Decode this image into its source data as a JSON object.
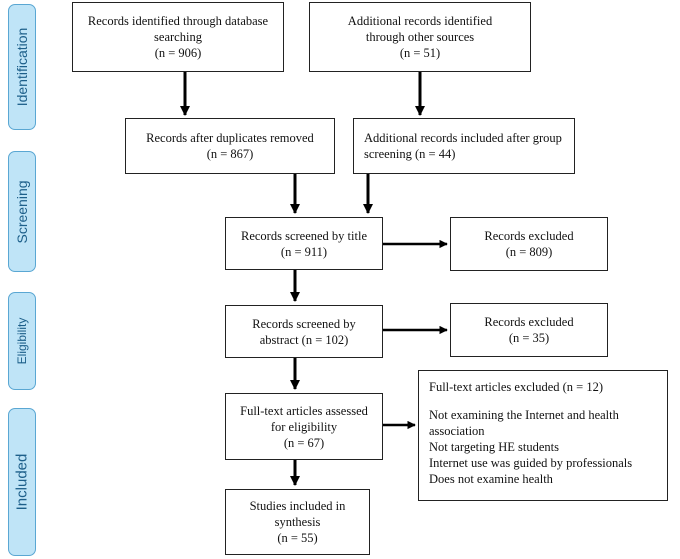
{
  "stages": {
    "identification": "Identification",
    "screening": "Screening",
    "eligibility": "Eligibility",
    "included": "Included"
  },
  "boxes": {
    "db_search": {
      "line1": "Records identified through database",
      "line2": "searching",
      "line3": "(n = 906)"
    },
    "other_sources": {
      "line1": "Additional records identified",
      "line2": "through other sources",
      "line3": "(n = 51)"
    },
    "dup_removed": {
      "line1": "Records after duplicates removed",
      "line2": "(n = 867)"
    },
    "group_screening": {
      "line1": "Additional records included after group",
      "line2": "screening (n = 44)"
    },
    "screened_title": {
      "line1": "Records screened by title",
      "line2": "(n = 911)"
    },
    "excluded_title": {
      "line1": "Records excluded",
      "line2": "(n = 809)"
    },
    "screened_abstract": {
      "line1": "Records screened by",
      "line2": "abstract (n = 102)"
    },
    "excluded_abstract": {
      "line1": "Records excluded",
      "line2": "(n = 35)"
    },
    "fulltext_assessed": {
      "line1": "Full-text articles assessed",
      "line2": "for eligibility",
      "line3": "(n = 67)"
    },
    "fulltext_excluded": {
      "title": "Full-text articles excluded (n = 12)",
      "reasons": [
        "Not examining the Internet and health",
        "association",
        "Not targeting HE students",
        "Internet use was guided by professionals",
        "Does not examine health"
      ]
    },
    "included_synthesis": {
      "line1": "Studies included in",
      "line2": "synthesis",
      "line3": "(n = 55)"
    }
  }
}
